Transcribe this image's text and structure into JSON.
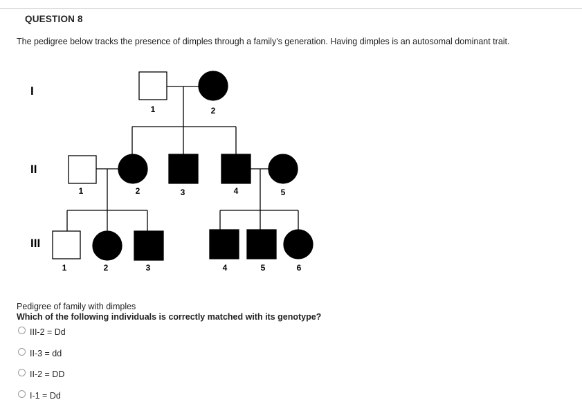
{
  "question": {
    "title": "QUESTION 8",
    "intro": "The pedigree below tracks the presence of dimples through a family's generation. Having dimples is an autosomal dominant trait.",
    "caption": "Pedigree of family with dimples",
    "prompt": "Which of the following individuals is correctly matched with its genotype?"
  },
  "pedigree": {
    "generations": [
      "I",
      "II",
      "III"
    ],
    "individuals": [
      {
        "id": "I-1",
        "label": "1",
        "sex": "male",
        "affected": false
      },
      {
        "id": "I-2",
        "label": "2",
        "sex": "female",
        "affected": true
      },
      {
        "id": "II-1",
        "label": "1",
        "sex": "male",
        "affected": false
      },
      {
        "id": "II-2",
        "label": "2",
        "sex": "female",
        "affected": true
      },
      {
        "id": "II-3",
        "label": "3",
        "sex": "male",
        "affected": true
      },
      {
        "id": "II-4",
        "label": "4",
        "sex": "male",
        "affected": true
      },
      {
        "id": "II-5",
        "label": "5",
        "sex": "female",
        "affected": true
      },
      {
        "id": "III-1",
        "label": "1",
        "sex": "male",
        "affected": false
      },
      {
        "id": "III-2",
        "label": "2",
        "sex": "female",
        "affected": true
      },
      {
        "id": "III-3",
        "label": "3",
        "sex": "male",
        "affected": true
      },
      {
        "id": "III-4",
        "label": "4",
        "sex": "male",
        "affected": true
      },
      {
        "id": "III-5",
        "label": "5",
        "sex": "male",
        "affected": true
      },
      {
        "id": "III-6",
        "label": "6",
        "sex": "female",
        "affected": true
      }
    ]
  },
  "options": [
    {
      "label": "III-2 = Dd"
    },
    {
      "label": "II-3 = dd"
    },
    {
      "label": "II-2 = DD"
    },
    {
      "label": "I-1 = Dd"
    }
  ]
}
